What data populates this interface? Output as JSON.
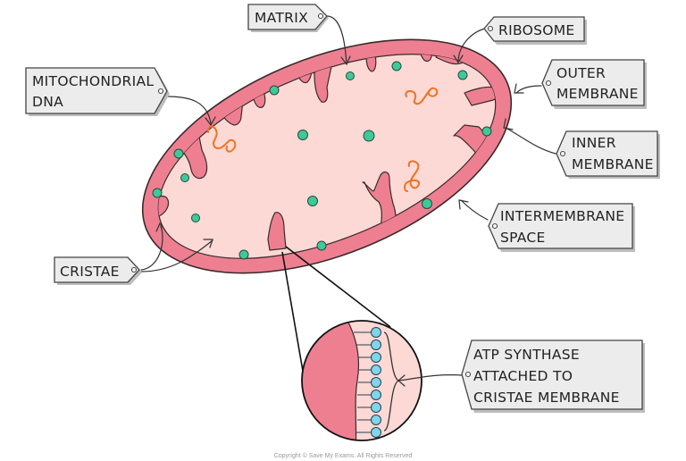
{
  "labels": {
    "matrix": [
      "MATRIX"
    ],
    "ribosome": [
      "RIBOSOME"
    ],
    "outer_membrane": [
      "OUTER",
      "MEMBRANE"
    ],
    "mitochondrial_dna": [
      "MITOCHONDRIAL",
      "DNA"
    ],
    "inner_membrane": [
      "INNER",
      "MEMBRANE"
    ],
    "intermembrane_space": [
      "INTERMEMBRANE",
      "SPACE"
    ],
    "cristae": [
      "CRISTAE"
    ],
    "atp_synthase": [
      "ATP SYNTHASE",
      "ATTACHED TO",
      "CRISTAE MEMBRANE"
    ]
  },
  "copyright": "Copyright © Save My Exams. All Rights Reserved",
  "colors": {
    "membrane": "#ee7f91",
    "matrix": "#fcd9d5",
    "ribosome": "#3ec99a",
    "dna": "#f2711f",
    "atp_synthase": "#7fd6ea",
    "outline": "#3a2a2a"
  }
}
